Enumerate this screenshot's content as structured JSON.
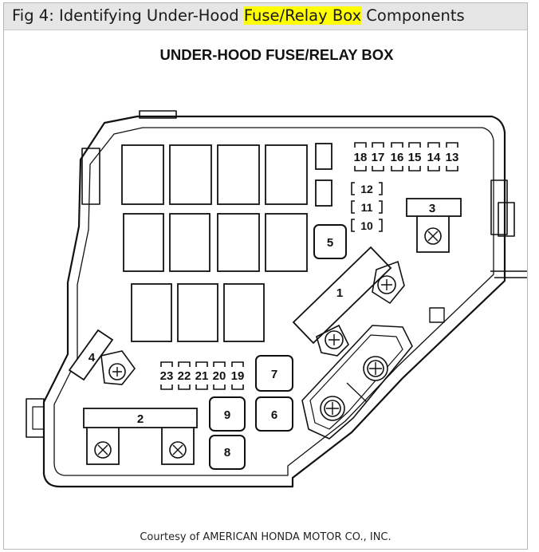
{
  "figure": {
    "caption_prefix": "Fig 4: Identifying Under-Hood ",
    "caption_highlight": "Fuse/Relay Box",
    "caption_suffix": " Components",
    "highlight_color": "#ffff00"
  },
  "diagram": {
    "title": "UNDER-HOOD FUSE/RELAY BOX",
    "small_fuses_top": [
      "18",
      "17",
      "16",
      "15",
      "14",
      "13"
    ],
    "side_fuses": [
      "12",
      "11",
      "10"
    ],
    "small_fuses_bottom": [
      "23",
      "22",
      "21",
      "20",
      "19"
    ],
    "labels": {
      "f1": "1",
      "f2": "2",
      "f3": "3",
      "f4": "4",
      "f5": "5",
      "f6": "6",
      "f7": "7",
      "f8": "8",
      "f9": "9"
    }
  },
  "credit": "Courtesy of AMERICAN HONDA MOTOR CO., INC."
}
